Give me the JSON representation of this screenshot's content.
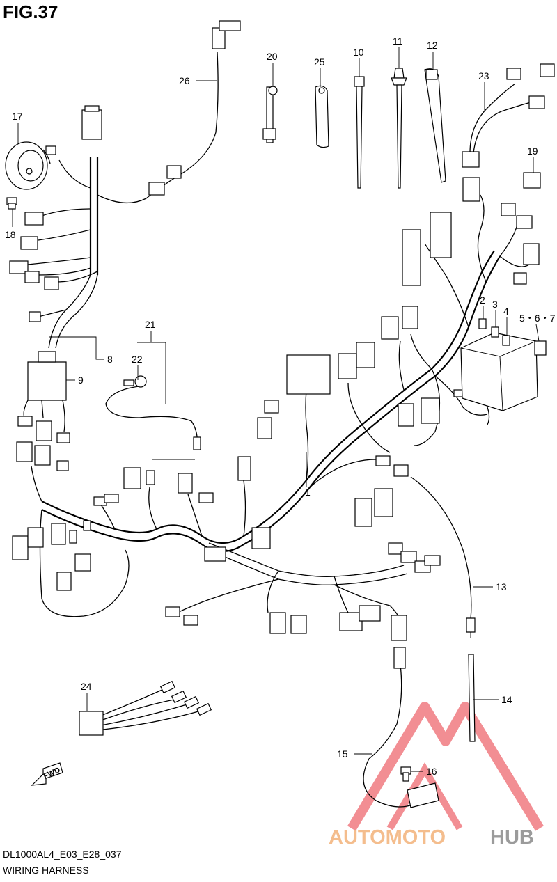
{
  "figure": {
    "title": "FIG.37",
    "code": "DL1000AL4_E03_E28_037",
    "name": "WIRING HARNESS"
  },
  "callouts": {
    "c1": "1",
    "c2": "2",
    "c3": "3",
    "c4": "4",
    "c567": "5・6・7",
    "c8": "8",
    "c9": "9",
    "c10": "10",
    "c11": "11",
    "c12": "12",
    "c13": "13",
    "c14": "14",
    "c15": "15",
    "c16": "16",
    "c17": "17",
    "c18": "18",
    "c19": "19",
    "c20": "20",
    "c21": "21",
    "c22": "22",
    "c23": "23",
    "c24": "24",
    "c25": "25",
    "c26": "26"
  },
  "fwd_label": "FWD",
  "watermark": {
    "part_a": "AUTOMOTO",
    "part_b": "HUB",
    "color_a": "#f3b27a",
    "color_b": "#8a8a8a",
    "triangle_color": "#e8323c"
  }
}
